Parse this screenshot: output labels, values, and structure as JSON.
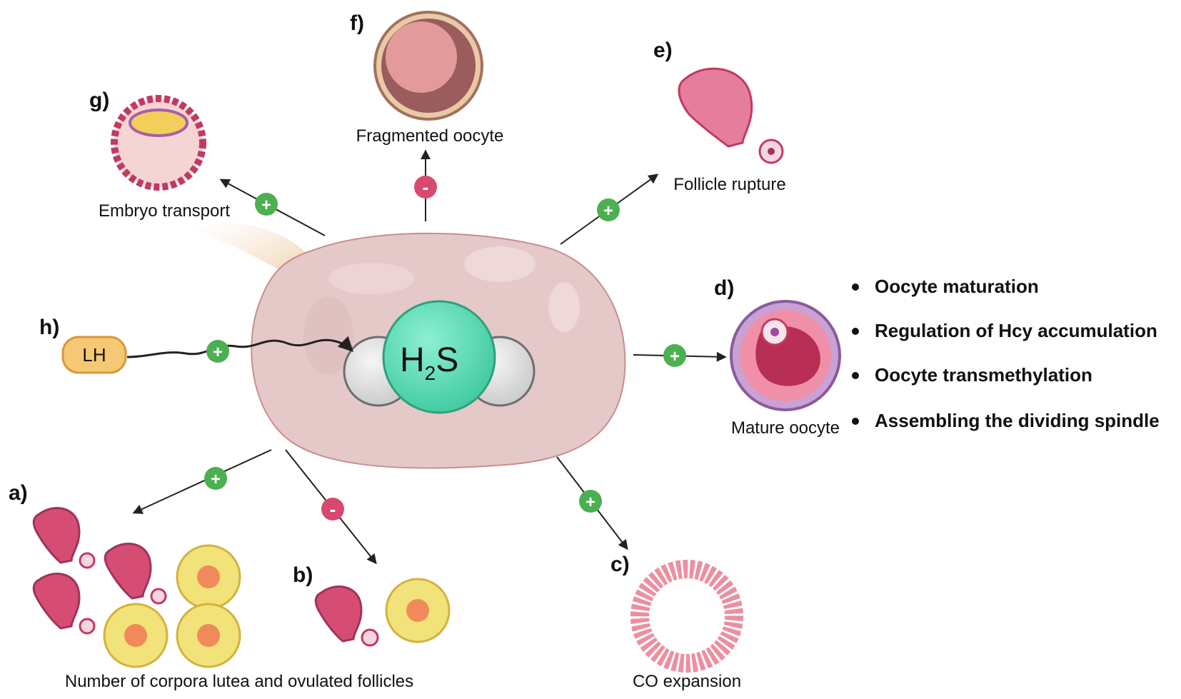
{
  "center": {
    "molecule_main": "H",
    "molecule_sub": "2",
    "molecule_end": "S"
  },
  "panels": {
    "a": {
      "letter": "a)",
      "label": "Number of corpora lutea and ovulated follicles",
      "sign": "+"
    },
    "b": {
      "letter": "b)",
      "sign": "-"
    },
    "c": {
      "letter": "c)",
      "label": "CO expansion",
      "sign": "+"
    },
    "d": {
      "letter": "d)",
      "label": "Mature oocyte",
      "sign": "+"
    },
    "e": {
      "letter": "e)",
      "label": "Follicle rupture",
      "sign": "+"
    },
    "f": {
      "letter": "f)",
      "label": "Fragmented oocyte",
      "sign": "-"
    },
    "g": {
      "letter": "g)",
      "label": "Embryo transport",
      "sign": "+"
    },
    "h": {
      "letter": "h)",
      "hormone": "LH",
      "sign": "+"
    }
  },
  "bullets": [
    "Oocyte maturation",
    "Regulation of Hcy accumulation",
    "Oocyte transmethylation",
    "Assembling the dividing spindle"
  ],
  "colors": {
    "ovary": "#e6c9c9",
    "h2s": "#5fdcb7",
    "hydrogen": "#dcdcdc",
    "plus_badge": "#4caf50",
    "minus_badge": "#d9496f",
    "follicle": "#c23a5f",
    "corpus_luteum_outer": "#f1e27a",
    "corpus_luteum_inner": "#f08a5a",
    "lh": "#f6c873"
  }
}
